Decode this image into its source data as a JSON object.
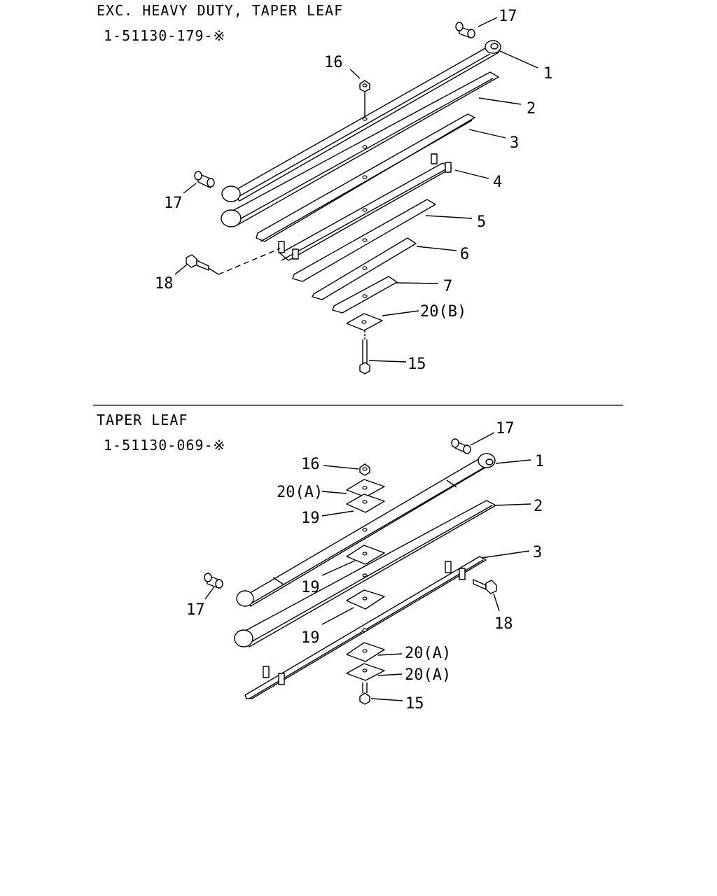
{
  "sections": [
    {
      "title": "EXC. HEAVY  DUTY, TAPER  LEAF",
      "part_number": "1-51130-179-※",
      "callouts": [
        "17",
        "1",
        "16",
        "2",
        "3",
        "17",
        "4",
        "5",
        "6",
        "18",
        "7",
        "20(B)",
        "15"
      ]
    },
    {
      "title": "TAPER  LEAF",
      "part_number": "1-51130-069-※",
      "callouts": [
        "17",
        "1",
        "16",
        "20(A)",
        "2",
        "19",
        "3",
        "19",
        "17",
        "18",
        "19",
        "20(A)",
        "20(A)",
        "15"
      ]
    }
  ]
}
